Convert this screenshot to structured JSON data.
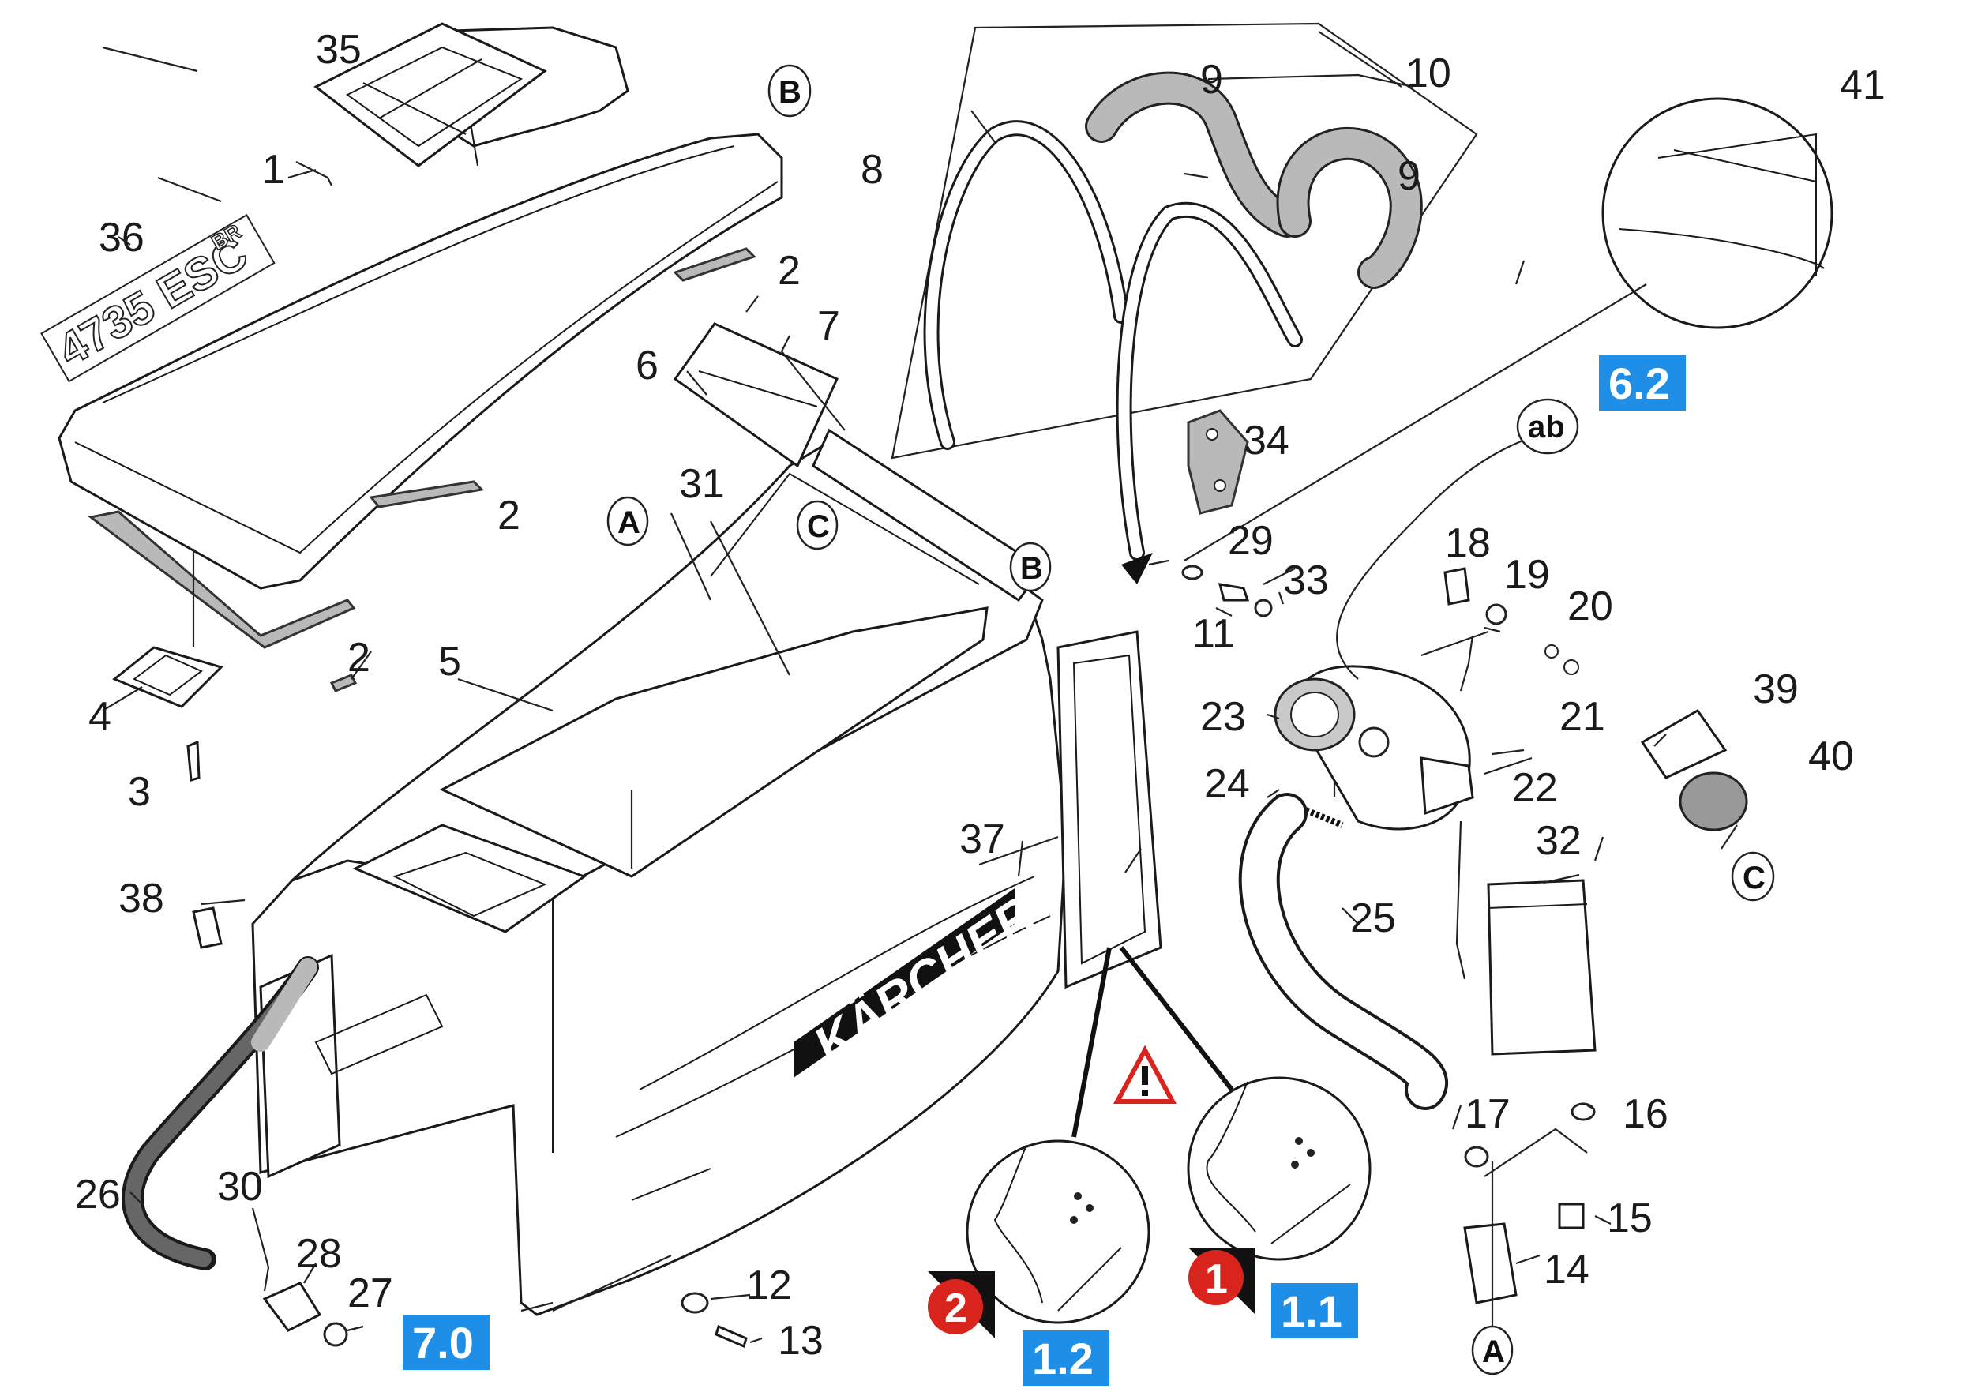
{
  "labels": {
    "p1": "1",
    "p2a": "2",
    "p2b": "2",
    "p2c": "2",
    "p3": "3",
    "p4": "4",
    "p5": "5",
    "p6": "6",
    "p7": "7",
    "p8": "8",
    "p9a": "9",
    "p9b": "9",
    "p10": "10",
    "p11": "11",
    "p12": "12",
    "p13": "13",
    "p14": "14",
    "p15": "15",
    "p16": "16",
    "p17": "17",
    "p18": "18",
    "p19": "19",
    "p20": "20",
    "p21": "21",
    "p22": "22",
    "p23": "23",
    "p24": "24",
    "p25": "25",
    "p26": "26",
    "p27": "27",
    "p28": "28",
    "p29": "29",
    "p30": "30",
    "p31": "31",
    "p32": "32",
    "p33": "33",
    "p34": "34",
    "p35": "35",
    "p36": "36",
    "p37": "37",
    "p38": "38",
    "p39": "39",
    "p40": "40",
    "p41": "41"
  },
  "markers": {
    "A_top": "A",
    "A_bottom": "A",
    "B_top": "B",
    "B_mid": "B",
    "C_top": "C",
    "C_right": "C",
    "ab": "ab"
  },
  "references": {
    "r62": "6.2",
    "r70": "7.0",
    "r11": "1.1",
    "r12": "1.2"
  },
  "badges": {
    "b1": "1",
    "b2": "2"
  },
  "decal": {
    "model": "4735 ESC",
    "suffix": "BR"
  },
  "brand": "KÄRCHER",
  "colors": {
    "reference_blue": "#1e8ee6",
    "badge_red": "#d9231d",
    "hose_gray": "#b9b9b9"
  }
}
